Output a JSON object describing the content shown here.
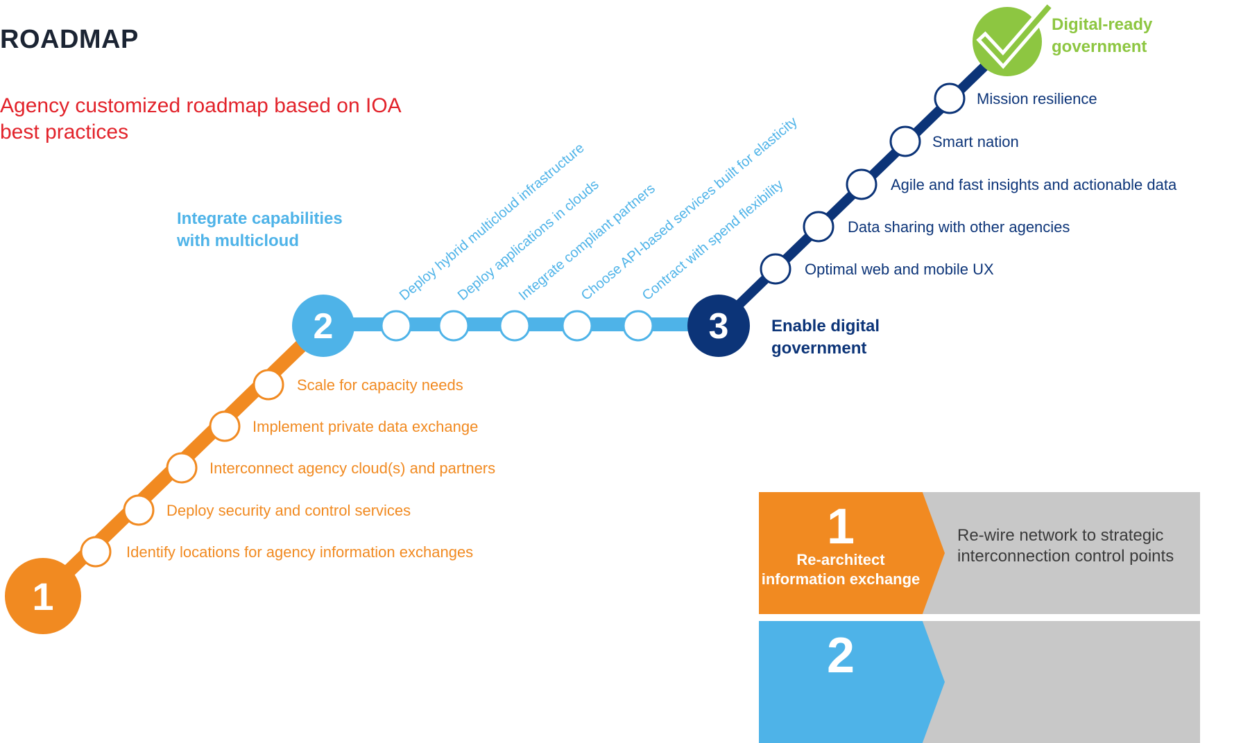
{
  "title": "ROADMAP",
  "subtitle": "Agency customized roadmap based on IOA best practices",
  "colors": {
    "orange": "#f18a21",
    "light_blue": "#4eb3e8",
    "navy": "#0c3478",
    "green": "#8dc641",
    "subtitle_red": "#e2222a",
    "legend_gray": "#c8c8c8"
  },
  "stages": {
    "stage1": {
      "number": "1"
    },
    "stage2": {
      "number": "2",
      "heading": "Integrate capabilities with multicloud"
    },
    "stage3": {
      "number": "3",
      "heading": "Enable digital government"
    },
    "final": {
      "heading": "Digital-ready government",
      "icon": "checkmark-icon"
    }
  },
  "orange_steps": [
    "Identify locations for agency information exchanges",
    "Deploy security and control services",
    "Interconnect agency cloud(s) and partners",
    "Implement private data exchange",
    "Scale for capacity needs"
  ],
  "blue_steps": [
    "Deploy hybrid multicloud infrastructure",
    "Deploy applications in clouds",
    "Integrate compliant partners",
    "Choose API-based services built for elasticity",
    "Contract with spend flexibility"
  ],
  "navy_steps": [
    "Optimal web and mobile UX",
    "Data sharing with other agencies",
    "Agile and fast insights and actionable data",
    "Smart nation",
    "Mission resilience"
  ],
  "legend": [
    {
      "number": "1",
      "title": "Re-architect information exchange",
      "description": "Re-wire network to strategic interconnection control points"
    },
    {
      "number": "2"
    }
  ]
}
